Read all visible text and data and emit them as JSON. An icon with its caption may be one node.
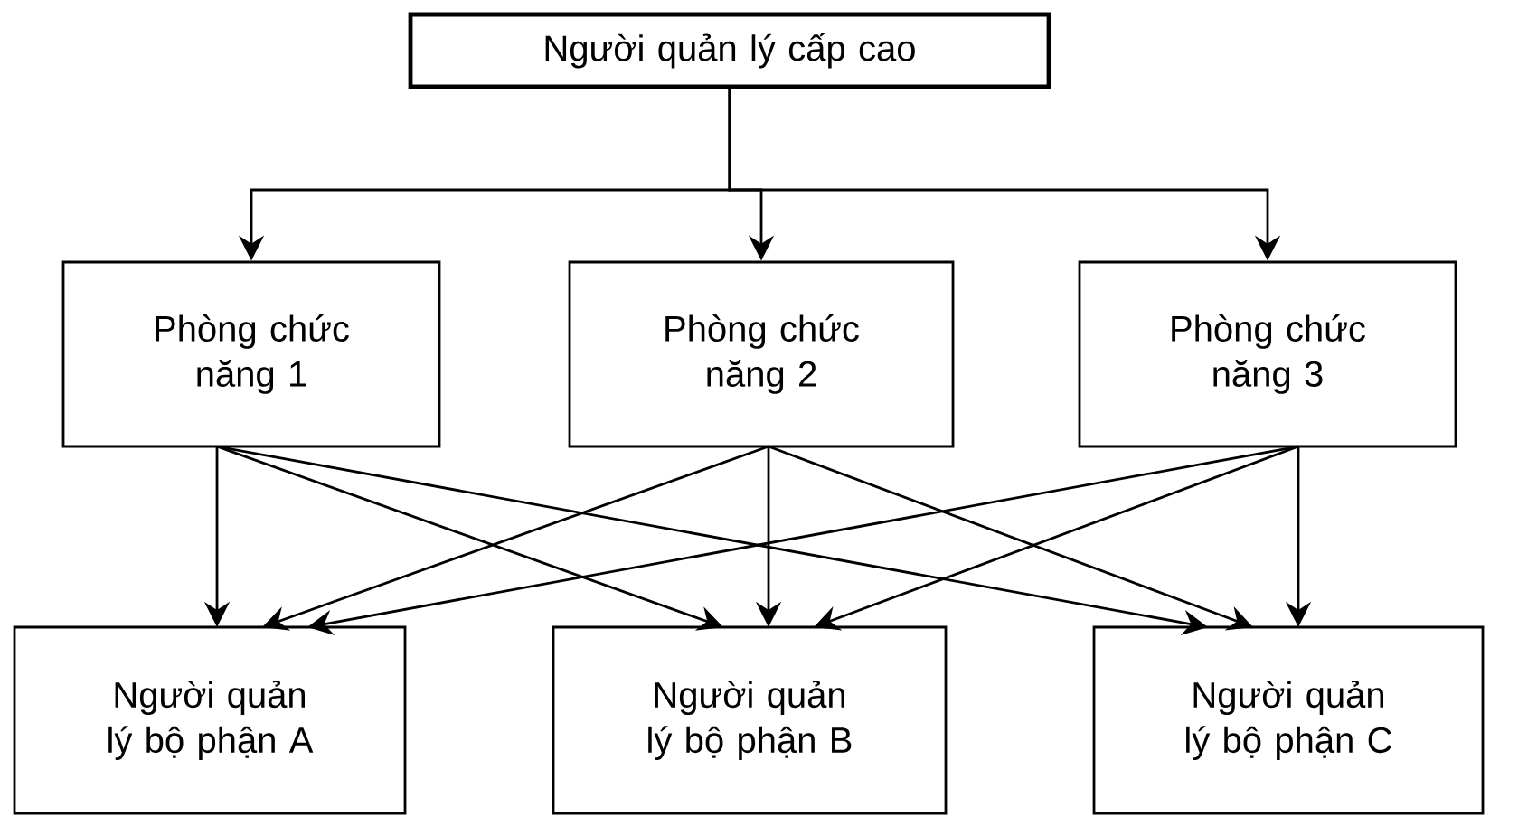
{
  "diagram": {
    "nodes": [
      {
        "text": [
          "Người quản lý cấp cao"
        ]
      },
      {
        "text": [
          "Phòng chức năng 1"
        ]
      },
      {
        "text": [
          "Phòng chức năng 2"
        ]
      },
      {
        "text": [
          "Phòng chức năng 3"
        ]
      },
      {
        "text": [
          "Người quản lý bộ phận A"
        ]
      },
      {
        "text": [
          "Người quản lý bộ phận B"
        ]
      },
      {
        "text": [
          "Người quản lý bộ phận C"
        ]
      }
    ],
    "edges": [
      {
        "from": 0,
        "to": 1,
        "arrow": "to"
      },
      {
        "from": 0,
        "to": 2,
        "arrow": "to"
      },
      {
        "from": 0,
        "to": 3,
        "arrow": "to"
      },
      {
        "from": 1,
        "to": 4,
        "arrow": "to"
      },
      {
        "from": 1,
        "to": 5,
        "arrow": "to"
      },
      {
        "from": 1,
        "to": 6,
        "arrow": "to"
      },
      {
        "from": 2,
        "to": 4,
        "arrow": "to"
      },
      {
        "from": 2,
        "to": 5,
        "arrow": "to"
      },
      {
        "from": 2,
        "to": 6,
        "arrow": "to"
      },
      {
        "from": 3,
        "to": 4,
        "arrow": "to"
      },
      {
        "from": 3,
        "to": 5,
        "arrow": "to"
      },
      {
        "from": 3,
        "to": 6,
        "arrow": "to"
      }
    ]
  }
}
